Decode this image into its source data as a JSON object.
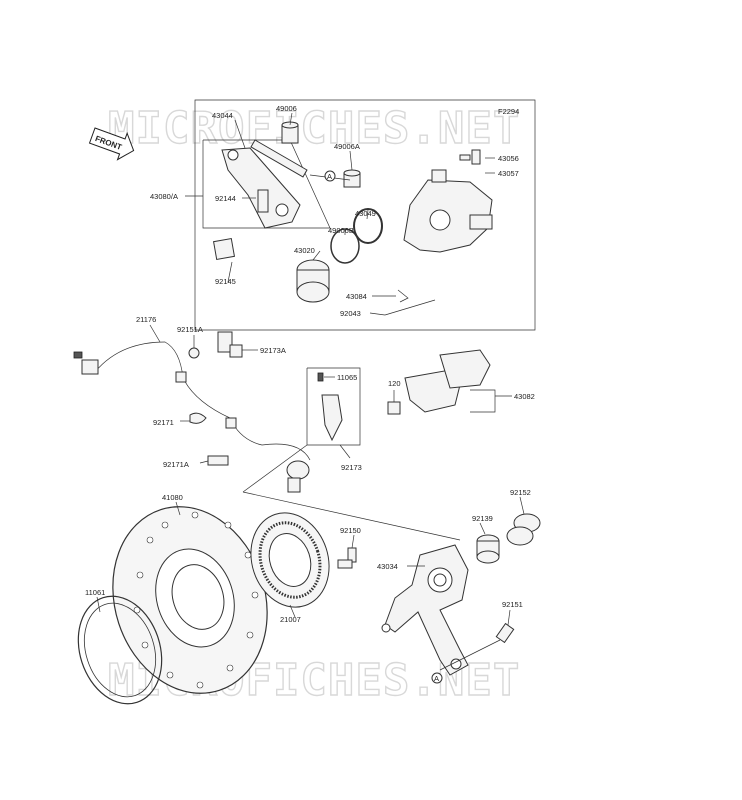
{
  "watermark": "MICROFICHES.NET",
  "diagram_code": "F2294",
  "front_label": "FRONT",
  "ref_marker": "A",
  "labels": {
    "p43044": "43044",
    "p49006": "49006",
    "p49006A": "49006A",
    "p43056": "43056",
    "p43057": "43057",
    "p43080A": "43080/A",
    "p92144": "92144",
    "p43049": "43049",
    "p49006B": "49006B",
    "p43020": "43020",
    "p92145": "92145",
    "p43084": "43084",
    "p92043": "92043",
    "p21176": "21176",
    "p92151A": "92151A",
    "p92173A": "92173A",
    "p11065": "11065",
    "p120": "120",
    "p43082": "43082",
    "p92171": "92171",
    "p92171A": "92171A",
    "p92173": "92173",
    "p41080": "41080",
    "p92152": "92152",
    "p92150": "92150",
    "p92139": "92139",
    "p43034": "43034",
    "p11061": "11061",
    "p21007": "21007",
    "p92151": "92151"
  }
}
